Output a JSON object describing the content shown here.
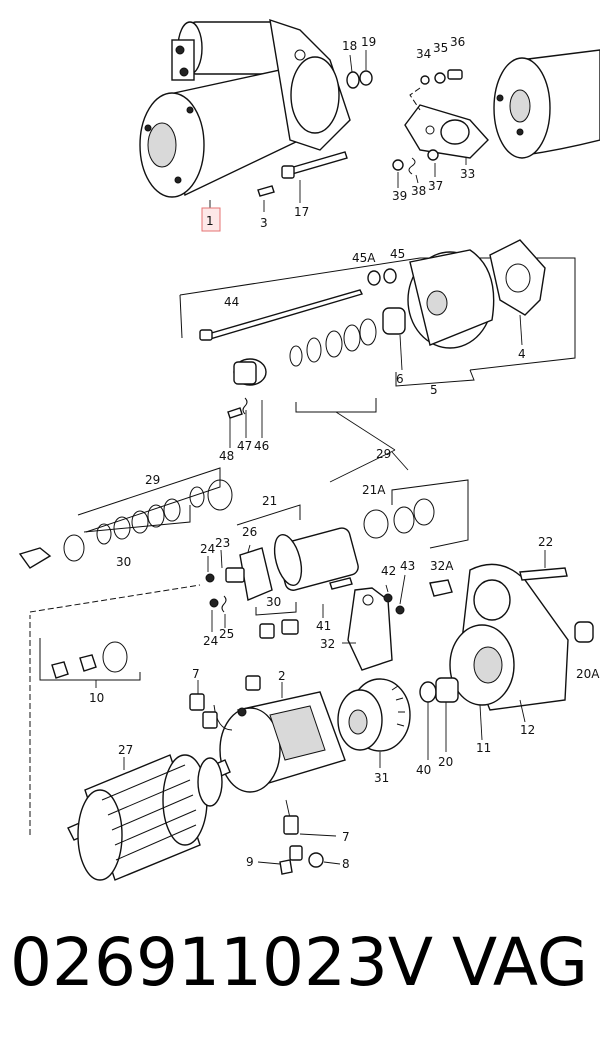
{
  "diagram": {
    "highlight_color": "#e57373",
    "callouts": [
      {
        "id": "c1",
        "text": "1"
      },
      {
        "id": "c3",
        "text": "3"
      },
      {
        "id": "c17",
        "text": "17"
      },
      {
        "id": "c18",
        "text": "18"
      },
      {
        "id": "c19",
        "text": "19"
      },
      {
        "id": "c34",
        "text": "34"
      },
      {
        "id": "c35",
        "text": "35"
      },
      {
        "id": "c36",
        "text": "36"
      },
      {
        "id": "c33",
        "text": "33"
      },
      {
        "id": "c39",
        "text": "39"
      },
      {
        "id": "c38",
        "text": "38"
      },
      {
        "id": "c37",
        "text": "37"
      },
      {
        "id": "c45a",
        "text": "45A"
      },
      {
        "id": "c45",
        "text": "45"
      },
      {
        "id": "c44",
        "text": "44"
      },
      {
        "id": "c4",
        "text": "4"
      },
      {
        "id": "c6",
        "text": "6"
      },
      {
        "id": "c5",
        "text": "5"
      },
      {
        "id": "c48",
        "text": "48"
      },
      {
        "id": "c47",
        "text": "47"
      },
      {
        "id": "c46",
        "text": "46"
      },
      {
        "id": "c29a",
        "text": "29"
      },
      {
        "id": "c29b",
        "text": "29"
      },
      {
        "id": "c30a",
        "text": "30"
      },
      {
        "id": "c21",
        "text": "21"
      },
      {
        "id": "c21a",
        "text": "21A"
      },
      {
        "id": "c26",
        "text": "26"
      },
      {
        "id": "c24a",
        "text": "24"
      },
      {
        "id": "c23",
        "text": "23"
      },
      {
        "id": "c30b",
        "text": "30"
      },
      {
        "id": "c24b",
        "text": "24"
      },
      {
        "id": "c25",
        "text": "25"
      },
      {
        "id": "c41",
        "text": "41"
      },
      {
        "id": "c42",
        "text": "42"
      },
      {
        "id": "c43",
        "text": "43"
      },
      {
        "id": "c32a",
        "text": "32A"
      },
      {
        "id": "c32",
        "text": "32"
      },
      {
        "id": "c22",
        "text": "22"
      },
      {
        "id": "c20a",
        "text": "20A"
      },
      {
        "id": "c10",
        "text": "10"
      },
      {
        "id": "c7a",
        "text": "7"
      },
      {
        "id": "c2",
        "text": "2"
      },
      {
        "id": "c40",
        "text": "40"
      },
      {
        "id": "c20",
        "text": "20"
      },
      {
        "id": "c11",
        "text": "11"
      },
      {
        "id": "c12",
        "text": "12"
      },
      {
        "id": "c31",
        "text": "31"
      },
      {
        "id": "c27",
        "text": "27"
      },
      {
        "id": "c7b",
        "text": "7"
      },
      {
        "id": "c9",
        "text": "9"
      },
      {
        "id": "c8",
        "text": "8"
      }
    ]
  },
  "footer": {
    "part_number": "026911023V",
    "brand": "VAG"
  }
}
